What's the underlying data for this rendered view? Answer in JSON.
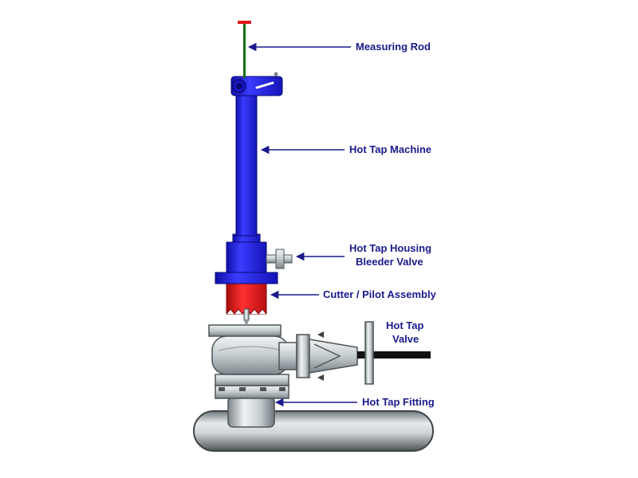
{
  "labels": {
    "measuring_rod": "Measuring Rod",
    "hot_tap_machine": "Hot Tap Machine",
    "housing_line1": "Hot Tap Housing",
    "housing_line2": "Bleeder Valve",
    "cutter_pilot": "Cutter / Pilot Assembly",
    "valve_line1": "Hot Tap",
    "valve_line2": "Valve",
    "hot_tap_fitting": "Hot Tap Fitting"
  },
  "colors": {
    "machine_blue": "#1f1fe6",
    "label_navy": "#1a1a8c",
    "cutter_red": "#e01818",
    "rod_green": "#1a6e1a",
    "steel_light": "#e6eaec",
    "steel_mid": "#b8c0c4",
    "steel_dark": "#6e777c",
    "pipe_dark": "#555a5e"
  }
}
